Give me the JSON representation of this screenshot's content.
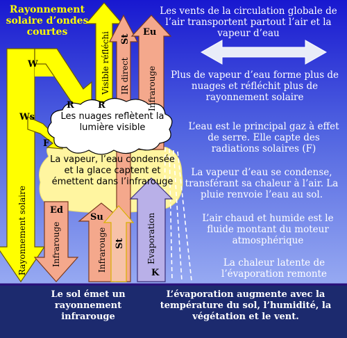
{
  "colors": {
    "sky_top": "#1a1ad6",
    "sky_bottom": "#8ea3f0",
    "ground": "#1c2a6e",
    "solar_yellow": "#ffff00",
    "salmon": "#f4a88c",
    "lavender": "#b9b0e8",
    "cloud": "#ffffff",
    "vapour_area": "#fff5a0",
    "double_arrow": "#e8ecf8"
  },
  "title": "Rayonnement solaire d’ondes courtes",
  "cloud_text": "Les nuages reflètent la lumière visible",
  "vapour_text": "La vapeur, l’eau condensée et la glace captent et émettent dans l’infrarouge",
  "ground_left": "Le sol émet un rayonnement infrarouge",
  "ground_right": "L’évaporation augmente avec la température du sol, l’humidité, la végétation et le vent.",
  "right_texts": {
    "winds": "Les vents de la circulation globale de l’air transportent partout l’air et la vapeur d’eau",
    "more_vapour": "Plus de vapeur d’eau forme plus de  nuages et réfléchit plus de rayonnement solaire",
    "greenhouse": "L’eau est le principal gaz à effet de serre. Elle capte des radiations solaires (F)",
    "condense": "La vapeur d’eau se condense, transférant sa chaleur à l’air. La pluie renvoie l’eau au sol.",
    "warm_air": "L’air chaud et humide est le fluide montant du moteur atmosphérique",
    "latent": "La chaleur latente de l’évaporation remonte"
  },
  "arrow_labels": {
    "W": "W",
    "Ws": "Ws",
    "R1": "R",
    "R2": "R",
    "F": "F",
    "St_top": "St",
    "Eu": "Eu",
    "Ed": "Ed",
    "Su": "Su",
    "St_bottom": "St",
    "K": "K",
    "rayonnement_solaire": "Rayonnement solaire",
    "visible_reflechi": "Visible réfléchi",
    "ir_direct": "IR direct",
    "infrarouge_eu": "Infrarouge",
    "infrarouge_ed": "Infrarouge",
    "infrarouge_su": "Infrarouge",
    "evaporation": "Evaporation"
  }
}
